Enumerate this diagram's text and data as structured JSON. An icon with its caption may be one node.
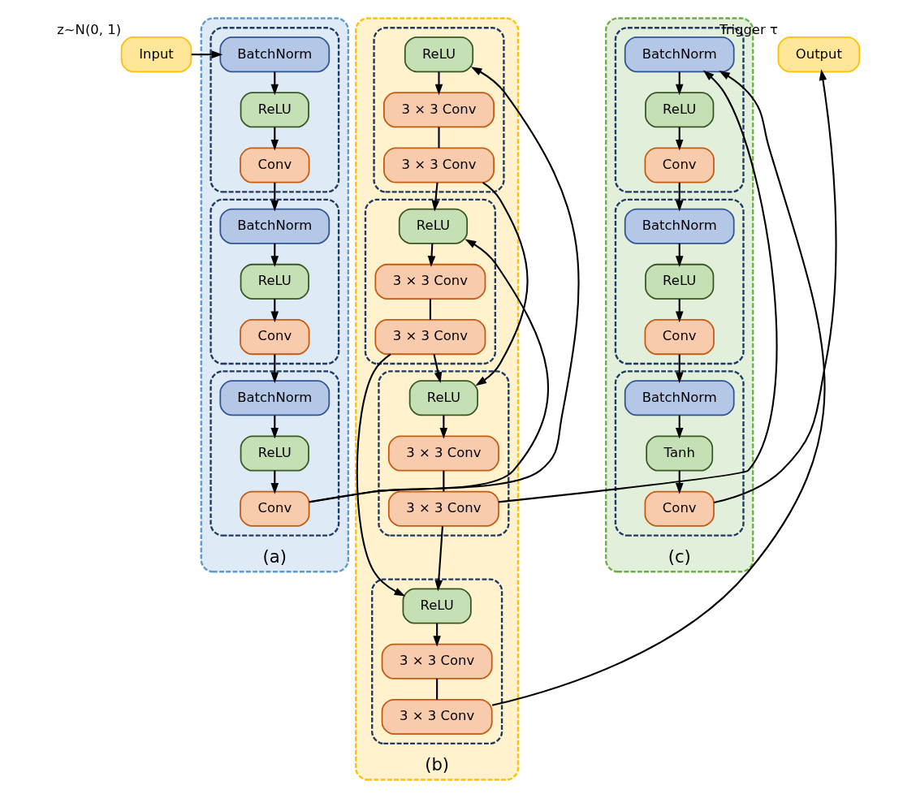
{
  "diagram": {
    "nodes": [
      {
        "text": [
          "Input"
        ],
        "beside": [
          "z~N(0, 1)"
        ]
      },
      {
        "text": [],
        "shape": "box",
        "beside": [
          "(a)"
        ]
      },
      {
        "text": [],
        "shape": "box",
        "in": 1
      },
      {
        "text": [
          "BatchNorm"
        ],
        "in": 2
      },
      {
        "text": [
          "ReLU"
        ],
        "in": 2
      },
      {
        "text": [
          "Conv"
        ],
        "in": 2
      },
      {
        "text": [],
        "shape": "box",
        "in": 1
      },
      {
        "text": [
          "BatchNorm"
        ],
        "in": 6
      },
      {
        "text": [
          "ReLU"
        ],
        "in": 6
      },
      {
        "text": [
          "Conv"
        ],
        "in": 6
      },
      {
        "text": [],
        "shape": "box",
        "in": 1
      },
      {
        "text": [
          "BatchNorm"
        ],
        "in": 10
      },
      {
        "text": [
          "ReLU"
        ],
        "in": 10
      },
      {
        "text": [
          "Conv"
        ],
        "in": 10
      },
      {
        "text": [],
        "shape": "box",
        "beside": [
          "(b)"
        ]
      },
      {
        "text": [],
        "shape": "box",
        "in": 14
      },
      {
        "text": [
          "ReLU"
        ],
        "in": 15
      },
      {
        "text": [
          "3 × 3 Conv"
        ],
        "in": 15
      },
      {
        "text": [
          "3 × 3 Conv"
        ],
        "in": 15
      },
      {
        "text": [],
        "shape": "box",
        "in": 14
      },
      {
        "text": [
          "ReLU"
        ],
        "in": 19
      },
      {
        "text": [
          "3 × 3 Conv"
        ],
        "in": 19
      },
      {
        "text": [
          "3 × 3 Conv"
        ],
        "in": 19
      },
      {
        "text": [],
        "shape": "box",
        "in": 14
      },
      {
        "text": [
          "ReLU"
        ],
        "in": 23
      },
      {
        "text": [
          "3 × 3 Conv"
        ],
        "in": 23
      },
      {
        "text": [
          "3 × 3 Conv"
        ],
        "in": 23
      },
      {
        "text": [],
        "shape": "box",
        "in": 14
      },
      {
        "text": [
          "ReLU"
        ],
        "in": 27
      },
      {
        "text": [
          "3 × 3 Conv"
        ],
        "in": 27
      },
      {
        "text": [
          "3 × 3 Conv"
        ],
        "in": 27
      },
      {
        "text": [
          "Output"
        ],
        "beside": [
          "Trigger τ"
        ]
      },
      {
        "text": [],
        "shape": "box",
        "beside": [
          "(c)"
        ]
      },
      {
        "text": [],
        "shape": "box",
        "in": 32
      },
      {
        "text": [
          "Conv"
        ],
        "in": 33
      },
      {
        "text": [
          "Tanh"
        ],
        "in": 33
      },
      {
        "text": [
          "BatchNorm"
        ],
        "in": 33
      },
      {
        "text": [],
        "shape": "box",
        "in": 32
      },
      {
        "text": [
          "Conv"
        ],
        "in": 37
      },
      {
        "text": [
          "ReLU"
        ],
        "in": 37
      },
      {
        "text": [
          "BatchNorm"
        ],
        "in": 37
      },
      {
        "text": [],
        "shape": "box",
        "in": 32
      },
      {
        "text": [
          "Conv"
        ],
        "in": 41
      },
      {
        "text": [
          "ReLU"
        ],
        "in": 41
      },
      {
        "text": [
          "BatchNorm"
        ],
        "in": 41
      }
    ],
    "edges": [
      {
        "from": 0,
        "to": 3,
        "arrow": "to"
      },
      {
        "from": 3,
        "to": 4,
        "arrow": "to"
      },
      {
        "from": 4,
        "to": 5,
        "arrow": "to"
      },
      {
        "from": 5,
        "to": 7,
        "arrow": "to"
      },
      {
        "from": 7,
        "to": 8,
        "arrow": "to"
      },
      {
        "from": 8,
        "to": 9,
        "arrow": "to"
      },
      {
        "from": 9,
        "to": 11,
        "arrow": "to"
      },
      {
        "from": 11,
        "to": 12,
        "arrow": "to"
      },
      {
        "from": 12,
        "to": 13,
        "arrow": "to"
      },
      {
        "from": 13,
        "to": 16,
        "arrow": "to"
      },
      {
        "from": 13,
        "to": 20,
        "arrow": "to"
      },
      {
        "from": 16,
        "to": 17,
        "arrow": "to"
      },
      {
        "from": 17,
        "to": 18,
        "arrow": "none"
      },
      {
        "from": 18,
        "to": 20,
        "arrow": "to"
      },
      {
        "from": 18,
        "to": 24,
        "arrow": "to"
      },
      {
        "from": 20,
        "to": 21,
        "arrow": "to"
      },
      {
        "from": 21,
        "to": 22,
        "arrow": "none"
      },
      {
        "from": 22,
        "to": 24,
        "arrow": "to"
      },
      {
        "from": 22,
        "to": 28,
        "arrow": "to"
      },
      {
        "from": 24,
        "to": 25,
        "arrow": "to"
      },
      {
        "from": 25,
        "to": 26,
        "arrow": "none"
      },
      {
        "from": 26,
        "to": 28,
        "arrow": "to"
      },
      {
        "from": 26,
        "to": 44,
        "arrow": "to"
      },
      {
        "from": 28,
        "to": 29,
        "arrow": "to"
      },
      {
        "from": 29,
        "to": 30,
        "arrow": "none"
      },
      {
        "from": 30,
        "to": 44,
        "arrow": "to"
      },
      {
        "from": 44,
        "to": 43,
        "arrow": "to"
      },
      {
        "from": 43,
        "to": 42,
        "arrow": "to"
      },
      {
        "from": 42,
        "to": 40,
        "arrow": "to"
      },
      {
        "from": 40,
        "to": 39,
        "arrow": "to"
      },
      {
        "from": 39,
        "to": 38,
        "arrow": "to"
      },
      {
        "from": 38,
        "to": 36,
        "arrow": "to"
      },
      {
        "from": 36,
        "to": 35,
        "arrow": "to"
      },
      {
        "from": 35,
        "to": 34,
        "arrow": "to"
      },
      {
        "from": 34,
        "to": 31,
        "arrow": "to"
      }
    ]
  }
}
